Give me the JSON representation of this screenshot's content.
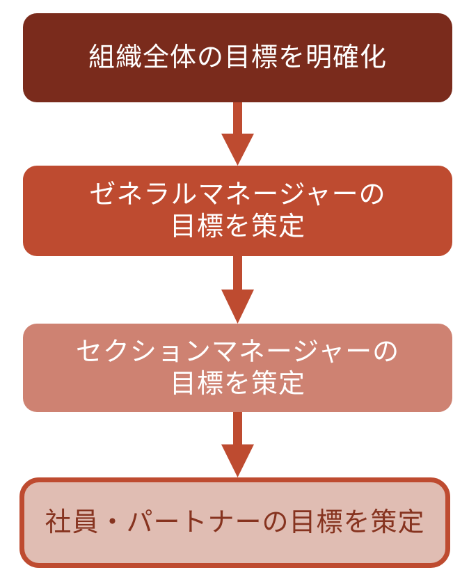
{
  "diagram": {
    "type": "flowchart",
    "direction": "top-down",
    "steps": [
      {
        "name": "step-1",
        "line1": "組織全体の目標を明確化"
      },
      {
        "name": "step-2",
        "line1": "ゼネラルマネージャーの",
        "line2": "目標を策定"
      },
      {
        "name": "step-3",
        "line1": "セクションマネージャーの",
        "line2": "目標を策定"
      },
      {
        "name": "step-4",
        "line1": "社員・パートナーの目標を策定"
      }
    ],
    "connectors": [
      {
        "name": "arrow-1",
        "from": "step-1",
        "to": "step-2",
        "shape": "down-arrow"
      },
      {
        "name": "arrow-2",
        "from": "step-2",
        "to": "step-3",
        "shape": "down-arrow"
      },
      {
        "name": "arrow-3",
        "from": "step-3",
        "to": "step-4",
        "shape": "down-arrow"
      }
    ]
  },
  "colors": {
    "accent": "#BE4B30",
    "step1-bg": "#7A2B1C",
    "step1-text": "#FFFFFF",
    "step2-bg": "#BE4B30",
    "step2-text": "#FFFFFF",
    "step3-bg": "#CE8272",
    "step3-text": "#FFFFFF",
    "step4-bg": "#E0BDB3",
    "step4-text": "#86331F",
    "background": "#FFFFFF"
  }
}
